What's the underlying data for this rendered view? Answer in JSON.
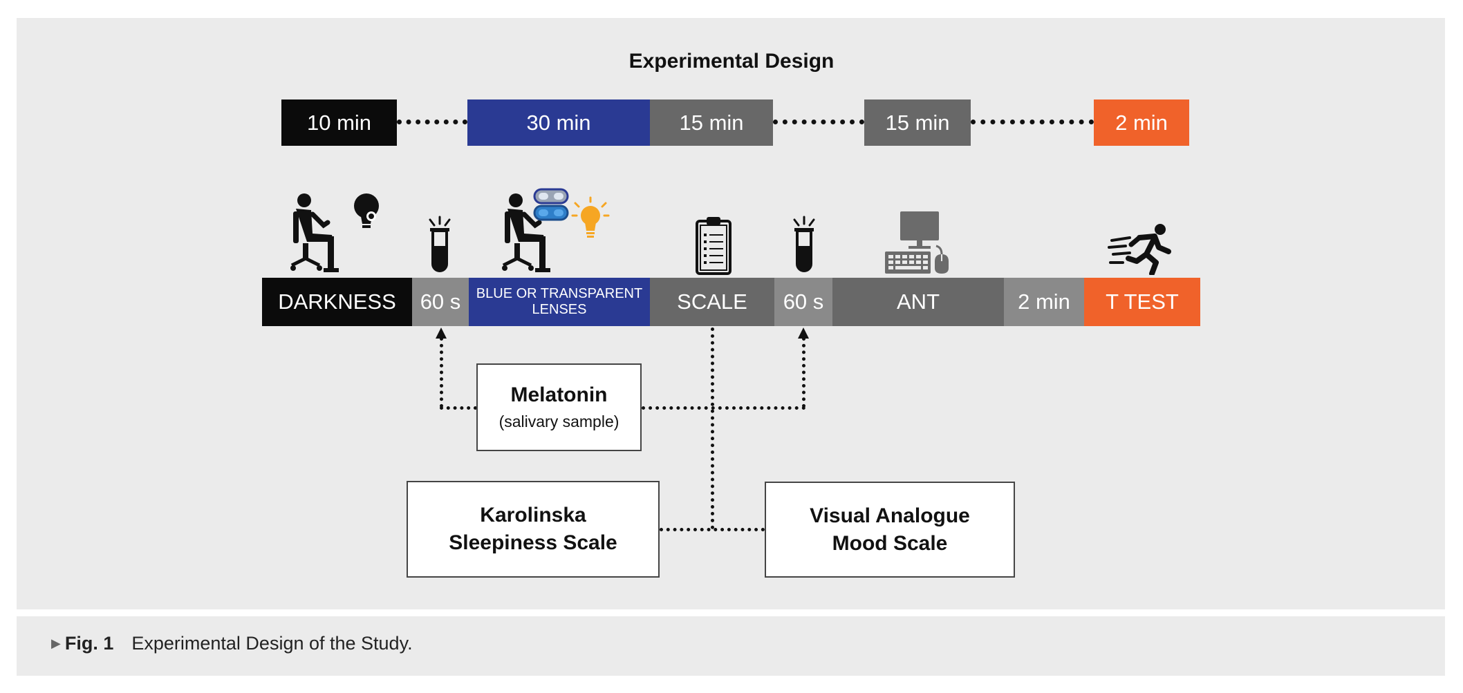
{
  "title": "Experimental Design",
  "timeline": [
    "10 min",
    "30 min",
    "15 min",
    "15 min",
    "2 min"
  ],
  "phases": {
    "darkness": "DARKNESS",
    "sixty1": "60 s",
    "lenses_line1": "BLUE OR TRANSPARENT",
    "lenses_line2": "LENSES",
    "scale": "SCALE",
    "sixty2": "60 s",
    "ant": "ANT",
    "two_min": "2 min",
    "t_test": "T TEST"
  },
  "boxes": {
    "melatonin_title": "Melatonin",
    "melatonin_sub": "(salivary sample)",
    "kss_line1": "Karolinska",
    "kss_line2": "Sleepiness Scale",
    "vams_line1": "Visual Analogue",
    "vams_line2": "Mood Scale"
  },
  "caption": {
    "label": "Fig. 1",
    "text": "Experimental Design of the Study."
  },
  "icons": [
    "seated-person-icon",
    "lightbulb-icon",
    "test-tube-icon",
    "goggles-icon",
    "lit-bulb-icon",
    "clipboard-icon",
    "computer-icon",
    "runner-icon"
  ],
  "colors": {
    "black": "#0b0b0b",
    "blue": "#2a3a93",
    "gray": "#686868",
    "light_gray": "#8a8a8a",
    "orange": "#f0622a",
    "bulb_yellow": "#f6a623",
    "goggle_blue": "#2f7fc9"
  }
}
